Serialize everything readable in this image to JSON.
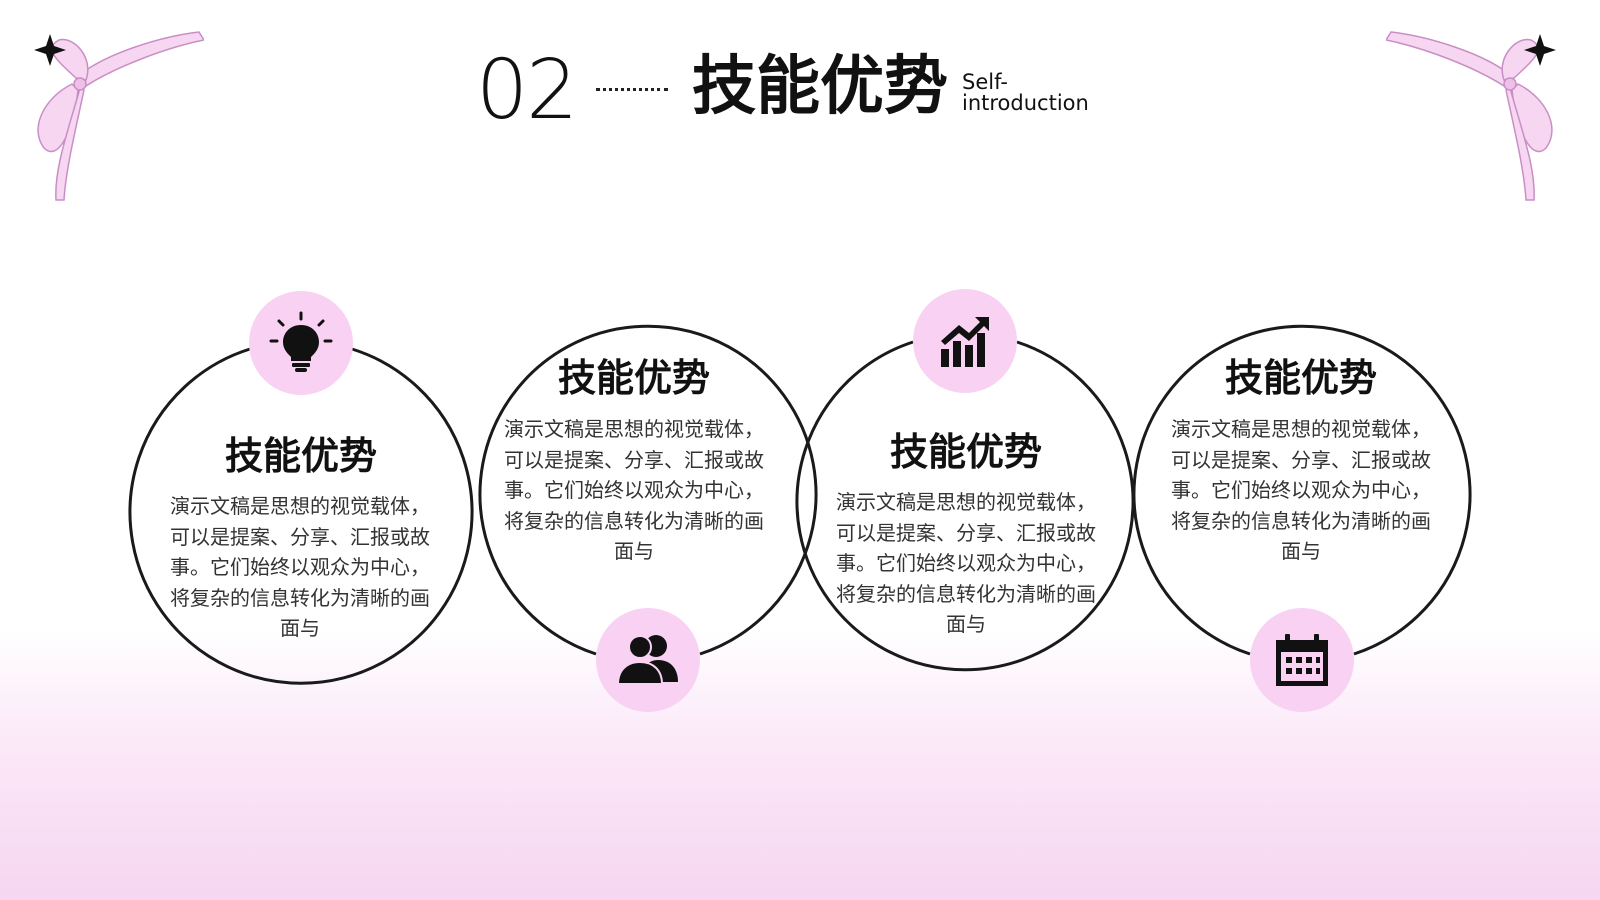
{
  "header": {
    "number": "02",
    "title": "技能优势",
    "subtitle_line1": "Self-",
    "subtitle_line2": "introduction"
  },
  "cards": [
    {
      "title": "技能优势",
      "body": "演示文稿是思想的视觉载体，可以是提案、分享、汇报或故事。它们始终以观众为中心，将复杂的信息转化为清晰的画面与",
      "icon": "lightbulb-icon"
    },
    {
      "title": "技能优势",
      "body": "演示文稿是思想的视觉载体，可以是提案、分享、汇报或故事。它们始终以观众为中心，将复杂的信息转化为清晰的画面与",
      "icon": "users-icon"
    },
    {
      "title": "技能优势",
      "body": "演示文稿是思想的视觉载体，可以是提案、分享、汇报或故事。它们始终以观众为中心，将复杂的信息转化为清晰的画面与",
      "icon": "growth-chart-icon"
    },
    {
      "title": "技能优势",
      "body": "演示文稿是思想的视觉载体，可以是提案、分享、汇报或故事。它们始终以观众为中心，将复杂的信息转化为清晰的画面与",
      "icon": "calendar-icon"
    }
  ],
  "colors": {
    "accent_pink": "#f9d1f3",
    "ribbon_pink": "#e9b3e4",
    "text": "#111111",
    "body_text": "#333333"
  },
  "decorations": [
    "ribbon-bow-left",
    "ribbon-bow-right",
    "sparkle-star-icon"
  ]
}
